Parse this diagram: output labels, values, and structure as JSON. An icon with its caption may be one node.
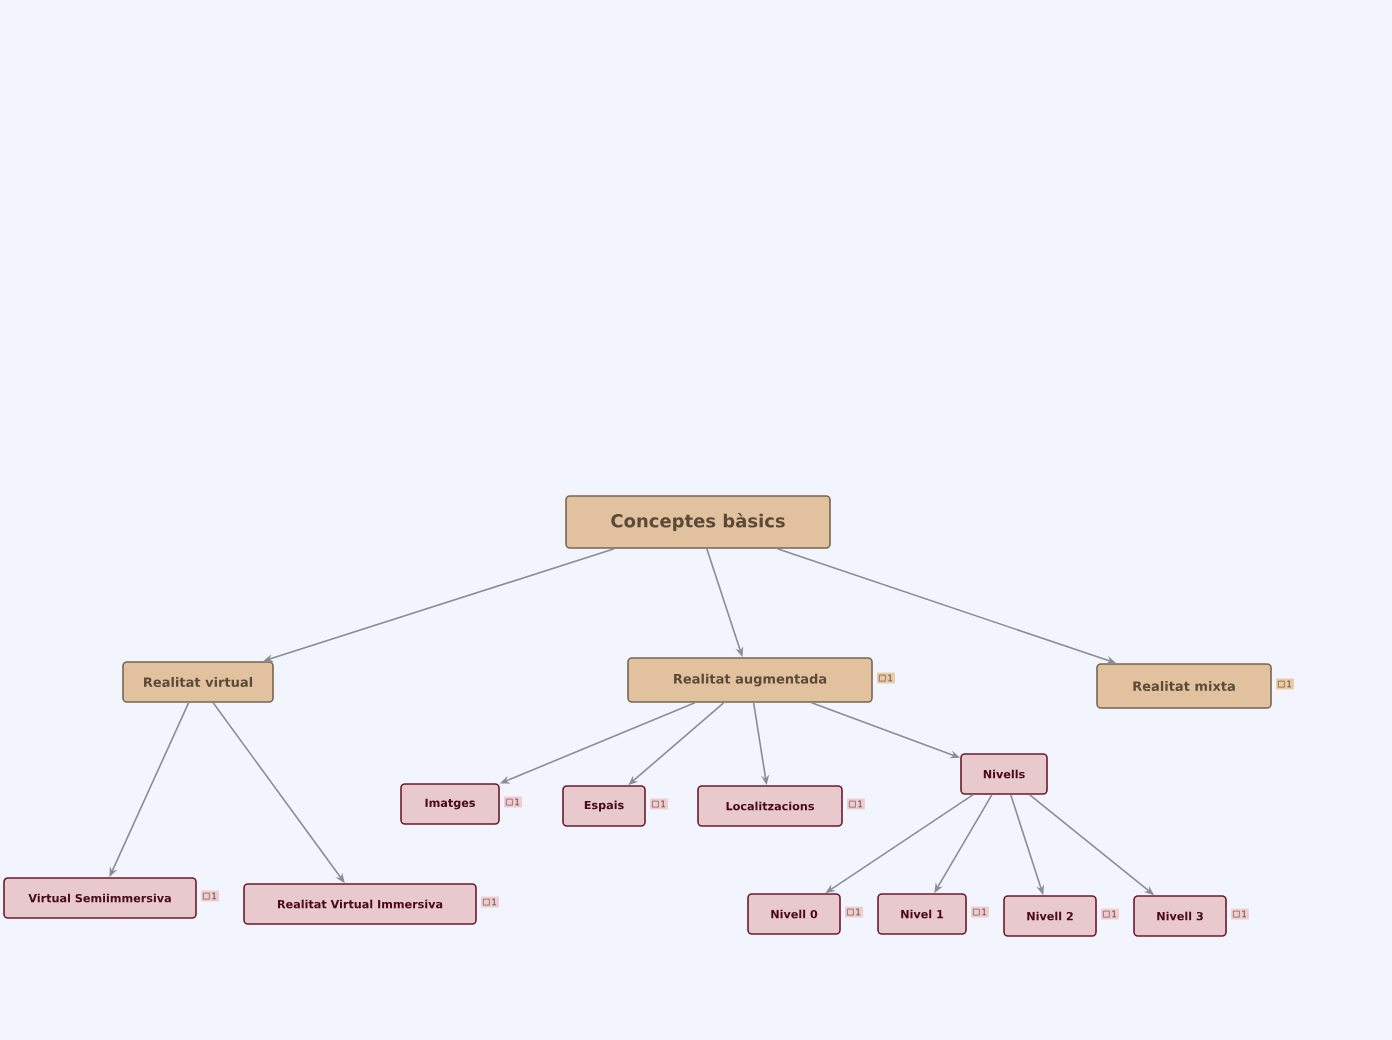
{
  "diagram": {
    "nodes": [
      {
        "text": [
          "Conceptes bàsics"
        ]
      },
      {
        "text": [
          "Realitat virtual"
        ]
      },
      {
        "text": [
          "Realitat augmentada"
        ],
        "beside": [
          "1"
        ]
      },
      {
        "text": [
          "Realitat mixta"
        ],
        "beside": [
          "1"
        ]
      },
      {
        "text": [
          "Virtual Semiimmersiva"
        ],
        "beside": [
          "1"
        ]
      },
      {
        "text": [
          "Realitat Virtual Immersiva"
        ],
        "beside": [
          "1"
        ]
      },
      {
        "text": [
          "Imatges"
        ],
        "beside": [
          "1"
        ]
      },
      {
        "text": [
          "Espais"
        ],
        "beside": [
          "1"
        ]
      },
      {
        "text": [
          "Localitzacions"
        ],
        "beside": [
          "1"
        ]
      },
      {
        "text": [
          "Nivells"
        ]
      },
      {
        "text": [
          "Nivell 0"
        ],
        "beside": [
          "1"
        ]
      },
      {
        "text": [
          "Nivel 1"
        ],
        "beside": [
          "1"
        ]
      },
      {
        "text": [
          "Nivell 2"
        ],
        "beside": [
          "1"
        ]
      },
      {
        "text": [
          "Nivell 3"
        ],
        "beside": [
          "1"
        ]
      }
    ],
    "edges": [
      {
        "from": 0,
        "to": 1,
        "arrow": "to"
      },
      {
        "from": 0,
        "to": 2,
        "arrow": "to"
      },
      {
        "from": 0,
        "to": 3,
        "arrow": "to"
      },
      {
        "from": 1,
        "to": 4,
        "arrow": "to"
      },
      {
        "from": 1,
        "to": 5,
        "arrow": "to"
      },
      {
        "from": 2,
        "to": 6,
        "arrow": "to"
      },
      {
        "from": 2,
        "to": 7,
        "arrow": "to"
      },
      {
        "from": 2,
        "to": 8,
        "arrow": "to"
      },
      {
        "from": 2,
        "to": 9,
        "arrow": "to"
      },
      {
        "from": 9,
        "to": 10,
        "arrow": "to"
      },
      {
        "from": 9,
        "to": 11,
        "arrow": "to"
      },
      {
        "from": 9,
        "to": 12,
        "arrow": "to"
      },
      {
        "from": 9,
        "to": 13,
        "arrow": "to"
      }
    ]
  }
}
